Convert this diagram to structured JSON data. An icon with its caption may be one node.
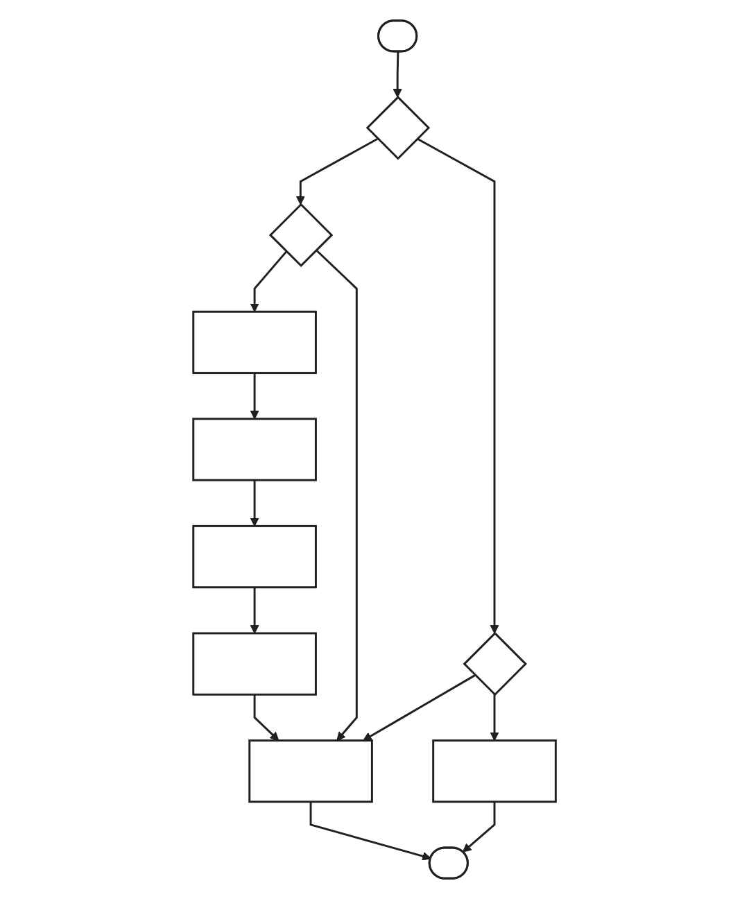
{
  "diagram": {
    "nodes": [
      {
        "text": [],
        "shape": "oval"
      },
      {
        "text": [],
        "shape": "diamond"
      },
      {
        "text": [],
        "shape": "diamond"
      },
      {
        "text": [],
        "shape": "diamond"
      },
      {
        "text": [],
        "shape": "box"
      },
      {
        "text": [],
        "shape": "box"
      },
      {
        "text": [],
        "shape": "box"
      },
      {
        "text": [],
        "shape": "box"
      },
      {
        "text": [],
        "shape": "box"
      },
      {
        "text": [],
        "shape": "box"
      },
      {
        "text": [],
        "shape": "oval"
      }
    ],
    "edges": [
      {
        "from": 0,
        "to": 1,
        "arrow": "to"
      },
      {
        "from": 1,
        "to": 2,
        "arrow": "to"
      },
      {
        "from": 1,
        "to": 3,
        "arrow": "to"
      },
      {
        "from": 2,
        "to": 4,
        "arrow": "to"
      },
      {
        "from": 2,
        "to": 9,
        "arrow": "to"
      },
      {
        "from": 3,
        "to": 9,
        "arrow": "to"
      },
      {
        "from": 3,
        "to": 6,
        "arrow": "to"
      },
      {
        "from": 4,
        "to": 5,
        "arrow": "to"
      },
      {
        "from": 5,
        "to": 7,
        "arrow": "to"
      },
      {
        "from": 7,
        "to": 8,
        "arrow": "to"
      },
      {
        "from": 8,
        "to": 9,
        "arrow": "to"
      },
      {
        "from": 9,
        "to": 10,
        "arrow": "to"
      },
      {
        "from": 6,
        "to": 10,
        "arrow": "to"
      }
    ]
  }
}
